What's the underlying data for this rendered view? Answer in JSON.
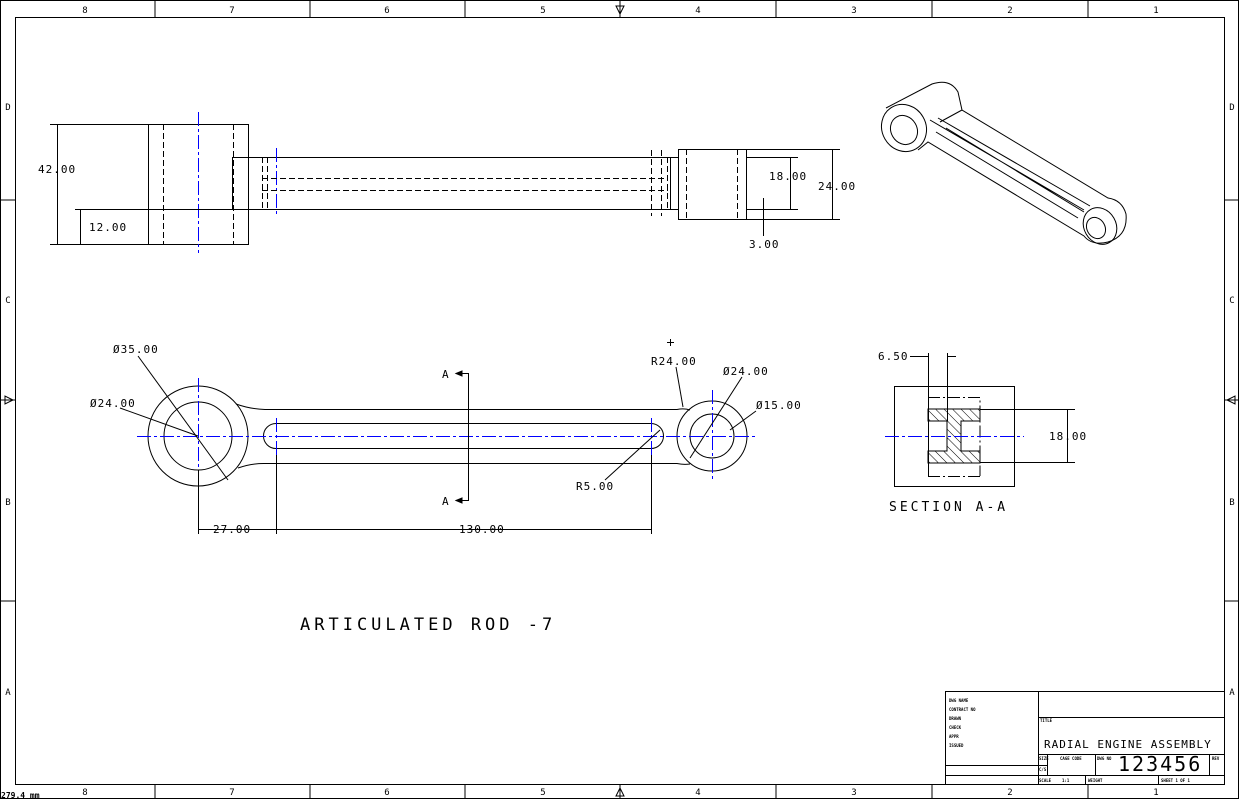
{
  "sheet": {
    "zones_columns": [
      "8",
      "7",
      "6",
      "5",
      "4",
      "3",
      "2",
      "1"
    ],
    "zones_rows": [
      "D",
      "C",
      "B",
      "A"
    ],
    "scale_note": "279.4 mm"
  },
  "drawing": {
    "title": "ARTICULATED ROD -7",
    "section_label": "SECTION A-A",
    "section_marker": "A",
    "dimensions": {
      "top_42": "42.00",
      "top_12": "12.00",
      "top_18": "18.00",
      "top_24": "24.00",
      "top_3": "3.00",
      "dia35": "Ø35.00",
      "dia24_left": "Ø24.00",
      "r24": "R24.00",
      "dia24_right": "Ø24.00",
      "dia15": "Ø15.00",
      "r5": "R5.00",
      "d27": "27.00",
      "d130": "130.00",
      "sec_650": "6.50",
      "sec_18": "18.00"
    }
  },
  "title_block": {
    "left_labels": [
      "DWG NAME",
      "CONTRACT NO",
      "DRAWN",
      "CHECK",
      "APPR",
      "ISSUED"
    ],
    "title_label": "TITLE",
    "title": "RADIAL ENGINE ASSEMBLY",
    "size_label": "SIZE",
    "size_value": "C/S",
    "cage_code_label": "CAGE CODE",
    "dwg_no_label": "DWG NO",
    "dwg_no": "123456",
    "rev_label": "REV",
    "scale_label": "SCALE",
    "scale_value": "1:1",
    "weight_label": "WEIGHT",
    "sheet_label": "SHEET 1 OF 1"
  },
  "colors": {
    "line": "#000000",
    "centerline": "#0000ff"
  }
}
